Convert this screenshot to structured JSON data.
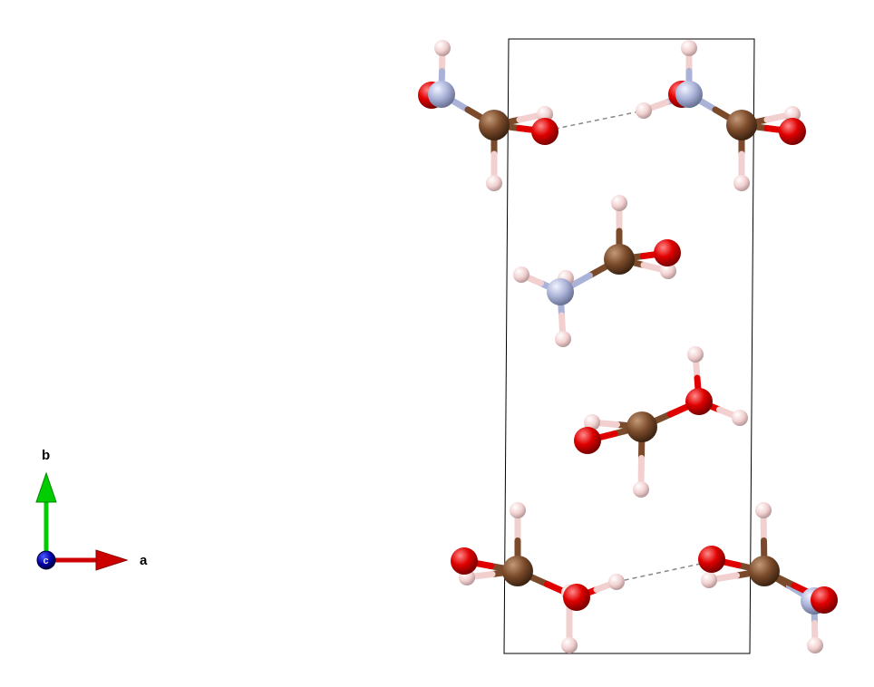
{
  "viewer": {
    "background": "#ffffff",
    "cell_outline_color": "#000000",
    "hbond_color": "#888888"
  },
  "atom_colors": {
    "C": "#7a4a2a",
    "O": "#e00000",
    "N": "#aab2d8",
    "H": "#f2d0d0"
  },
  "axes": {
    "a": {
      "label": "a",
      "color": "#cc0000",
      "icon": "arrow-right-icon"
    },
    "b": {
      "label": "b",
      "color": "#00cc00",
      "icon": "arrow-up-icon"
    },
    "c": {
      "label": "c",
      "color": "#0000aa",
      "icon": "circle-dot-icon"
    }
  }
}
